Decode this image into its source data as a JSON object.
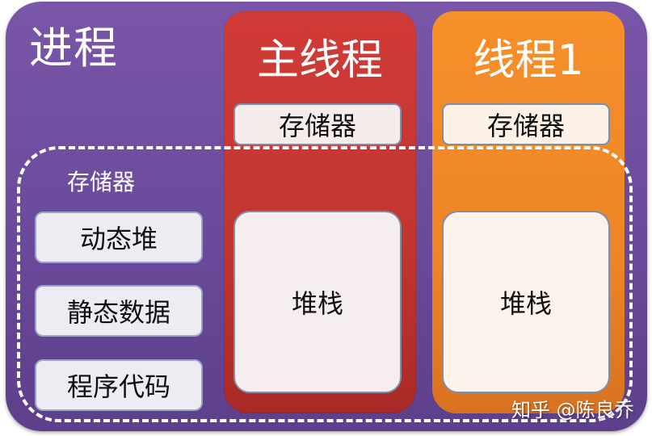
{
  "diagram": {
    "process": {
      "title": "进程",
      "color": "#7153a3"
    },
    "shared_memory": {
      "label": "存储器",
      "items": [
        {
          "label": "动态堆"
        },
        {
          "label": "静态数据"
        },
        {
          "label": "程序代码"
        }
      ]
    },
    "threads": [
      {
        "title": "主线程",
        "color": "#c83833",
        "register_label": "存储器",
        "stack_label": "堆栈"
      },
      {
        "title": "线程1",
        "color": "#f28a28",
        "register_label": "存储器",
        "stack_label": "堆栈"
      }
    ],
    "watermark": "知乎 @陈良乔"
  }
}
